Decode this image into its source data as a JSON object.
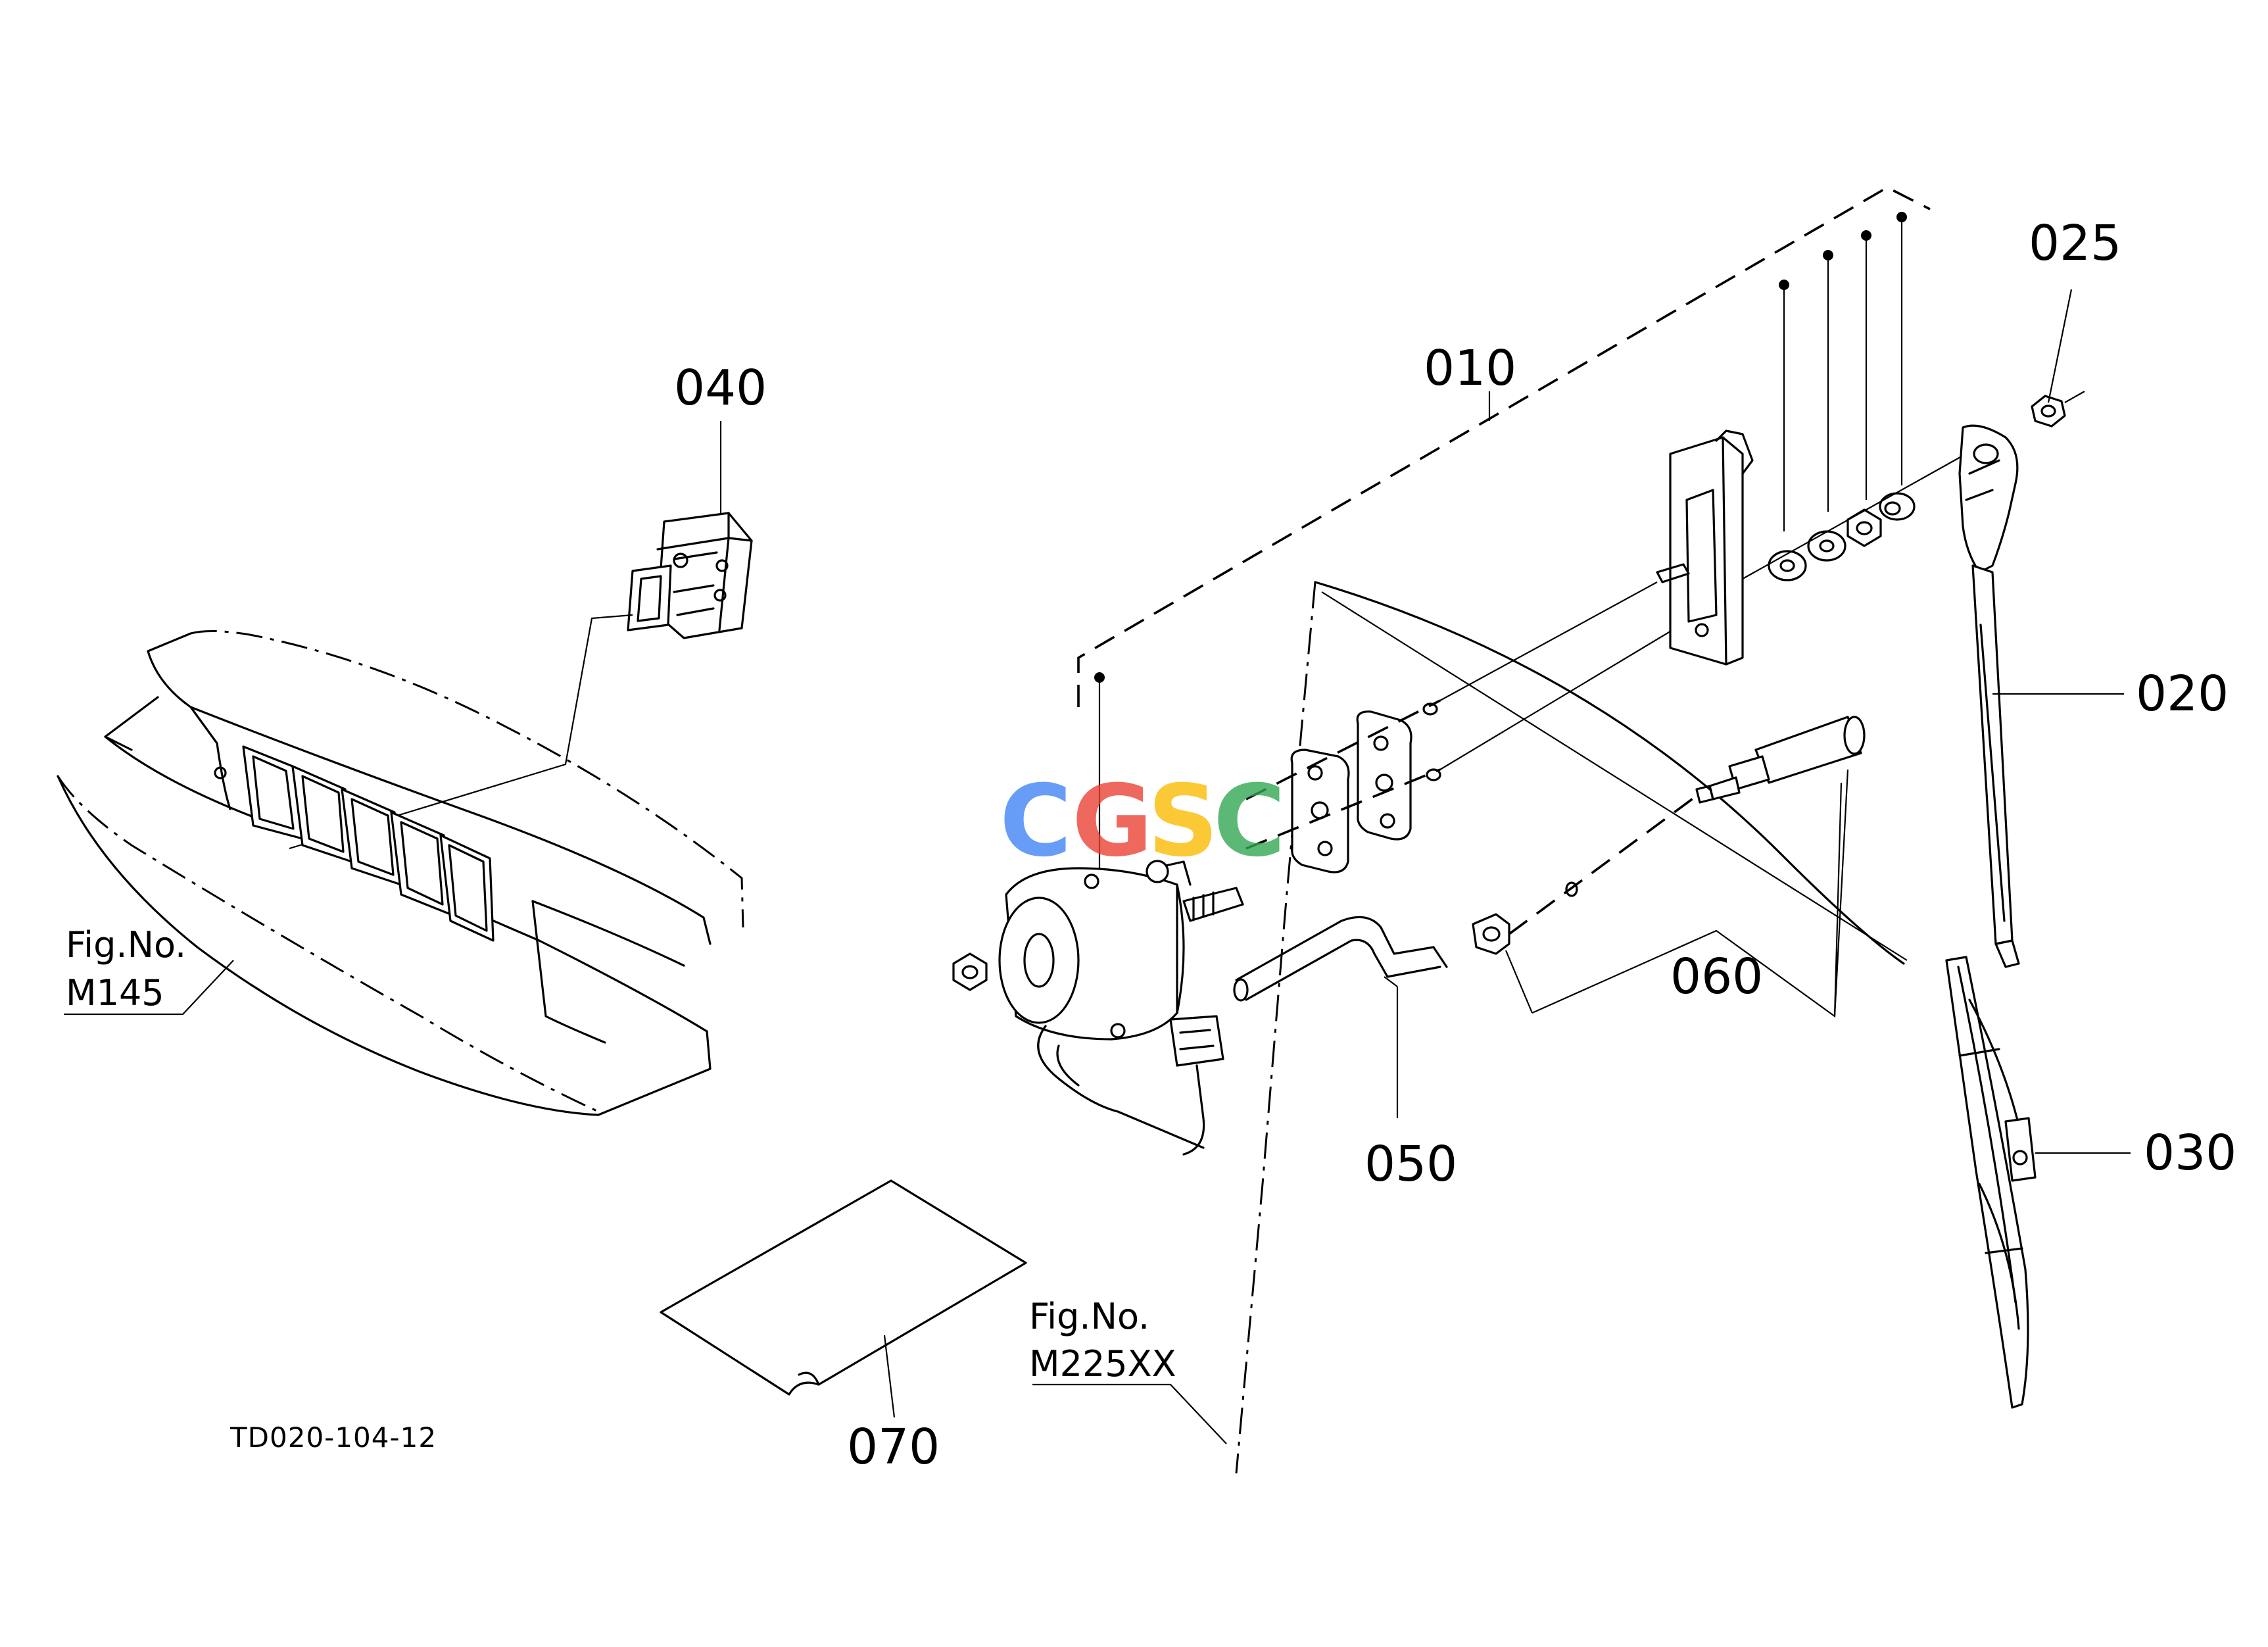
{
  "diagram": {
    "part_labels": {
      "p010": "010",
      "p020": "020",
      "p025": "025",
      "p030": "030",
      "p040": "040",
      "p050": "050",
      "p060": "060",
      "p070": "070"
    },
    "fig_refs": {
      "left": {
        "line1": "Fig.No.",
        "line2": "M145"
      },
      "center": {
        "line1": "Fig.No.",
        "line2": "M225XX"
      }
    },
    "drawing_code": "TD020-104-12",
    "watermark": {
      "letters": [
        "C",
        "G",
        "S",
        "C"
      ],
      "colors": [
        "#4285f4",
        "#ea4335",
        "#fbbc05",
        "#34a853"
      ]
    }
  }
}
